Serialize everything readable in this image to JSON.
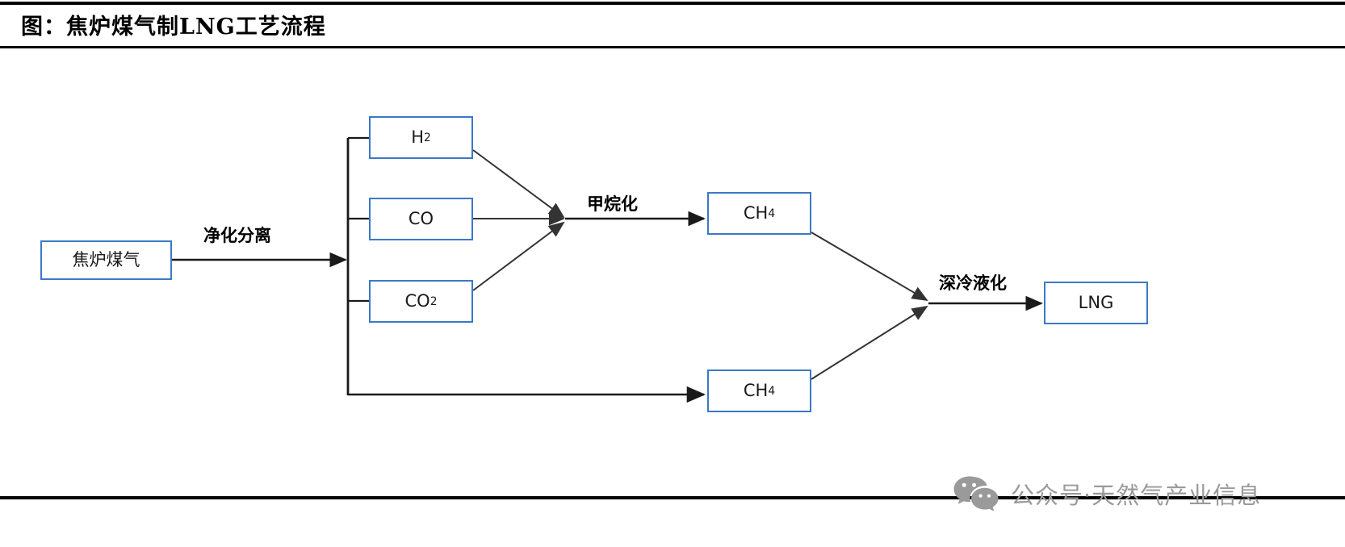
{
  "header": {
    "title": "图：焦炉煤气制LNG工艺流程"
  },
  "diagram": {
    "type": "flowchart",
    "orientation": "left-to-right",
    "box_border_color": "#3a79c8",
    "connector_color": "#262626",
    "nodes": [
      {
        "id": "feed",
        "label": "焦炉煤气",
        "script": "cjk"
      },
      {
        "id": "h2",
        "label": "H",
        "sub": "2",
        "script": "latin"
      },
      {
        "id": "co",
        "label": "CO",
        "sub": "",
        "script": "latin"
      },
      {
        "id": "co2",
        "label": "CO",
        "sub": "2",
        "script": "latin"
      },
      {
        "id": "ch4_top",
        "label": "CH",
        "sub": "4",
        "script": "latin"
      },
      {
        "id": "ch4_bot",
        "label": "CH",
        "sub": "4",
        "script": "latin"
      },
      {
        "id": "lng",
        "label": "LNG",
        "sub": "",
        "script": "latin"
      }
    ],
    "edge_labels": [
      {
        "id": "purify",
        "label": "净化分离"
      },
      {
        "id": "methanation",
        "label": "甲烷化"
      },
      {
        "id": "liquefy",
        "label": "深冷液化"
      }
    ]
  },
  "watermark": {
    "icon": "wechat-icon",
    "text": "公众号·天然气产业信息",
    "color": "#9a9a9a"
  }
}
